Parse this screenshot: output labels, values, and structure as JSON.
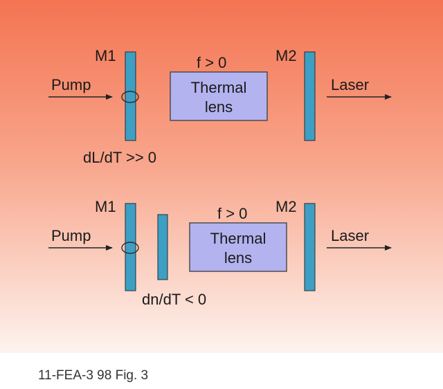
{
  "colors": {
    "background_top": "#f47452",
    "background_bottom": "#fdf3ee",
    "mirror_fill": "#3d9fc4",
    "lens_fill": "#b3b3f0",
    "lens_stroke": "#444444",
    "arrow": "#222222"
  },
  "diagram": {
    "top": {
      "mirror1_label": "M1",
      "mirror2_label": "M2",
      "pump_label": "Pump",
      "laser_label": "Laser",
      "focal_label": "f > 0",
      "lens_line1": "Thermal",
      "lens_line2": "lens",
      "condition": "dL/dT >> 0"
    },
    "bottom": {
      "mirror1_label": "M1",
      "mirror2_label": "M2",
      "pump_label": "Pump",
      "laser_label": "Laser",
      "focal_label": "f > 0",
      "lens_line1": "Thermal",
      "lens_line2": "lens",
      "condition": "dn/dT < 0"
    }
  },
  "caption": "11-FEA-3 98 Fig. 3"
}
